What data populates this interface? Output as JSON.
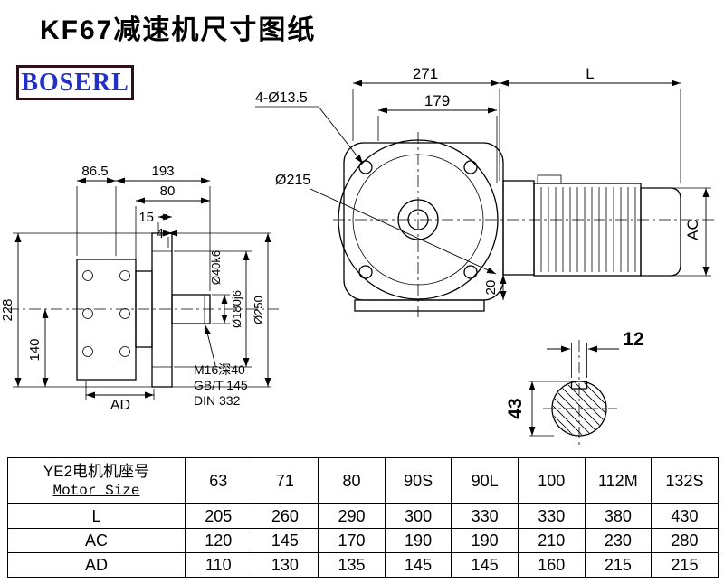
{
  "page": {
    "title": "KF67减速机尺寸图纸",
    "logo_text": "BOSERL"
  },
  "front_view": {
    "dim_271": "271",
    "dim_179": "179",
    "dim_L": "L",
    "holes_label": "4-Ø13.5",
    "flange_dia": "Ø215",
    "dim_20": "20",
    "dim_AC": "AC"
  },
  "side_view": {
    "dim_86_5": "86.5",
    "dim_193": "193",
    "dim_80": "80",
    "dim_15": "15",
    "dim_4": "4",
    "dim_228": "228",
    "dim_140": "140",
    "dim_AD": "AD",
    "shaft_dia": "Ø40k6",
    "spigot_dia": "Ø180j6",
    "flange_dia": "Ø250",
    "note_line1": "M16深40",
    "note_line2": "GB/T 145",
    "note_line3": "DIN 332"
  },
  "shaft_section": {
    "key_width": "12",
    "shaft_dia": "43"
  },
  "table": {
    "header_cn": "YE2电机机座号",
    "header_en": "Motor Size",
    "sizes": [
      "63",
      "71",
      "80",
      "90S",
      "90L",
      "100",
      "112M",
      "132S"
    ],
    "rows": [
      {
        "label": "L",
        "values": [
          "205",
          "260",
          "290",
          "300",
          "330",
          "330",
          "380",
          "430"
        ]
      },
      {
        "label": "AC",
        "values": [
          "120",
          "145",
          "170",
          "190",
          "190",
          "210",
          "230",
          "280"
        ]
      },
      {
        "label": "AD",
        "values": [
          "110",
          "130",
          "135",
          "145",
          "145",
          "160",
          "215",
          "215"
        ]
      }
    ]
  }
}
